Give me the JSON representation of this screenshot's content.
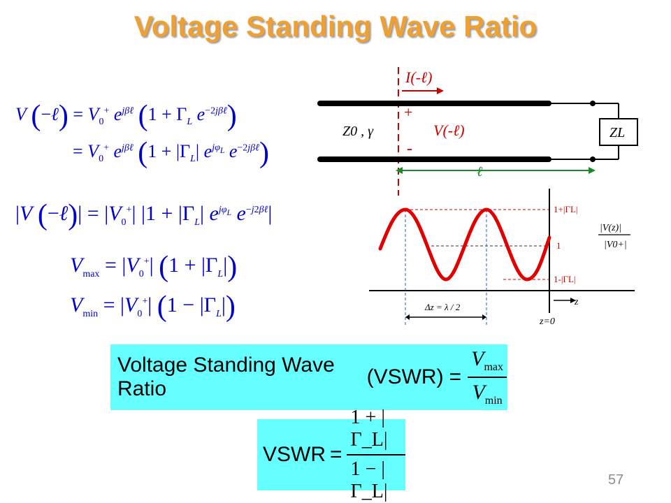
{
  "slide": {
    "title": "Voltage Standing Wave Ratio",
    "page_number": "57"
  },
  "colors": {
    "title": "#f0a030",
    "equation_text": "#0000cc",
    "formula_box": "#66ffff",
    "wave": "#e00000",
    "guide_lines": "#d00000",
    "length_arrow": "#1a8a2a"
  },
  "equations": {
    "v_line1": "V(−ℓ) = V0+ e^{jβℓ} (1 + Γ_L e^{−2jβℓ})",
    "v_line2": "= V0+ e^{jβℓ} (1 + |Γ_L| e^{jφ_L} e^{−2jβℓ})",
    "abs_v": "|V(−ℓ)| = |V0+| |1 + |Γ_L| e^{jφ_L} e^{−j2βℓ}|",
    "vmax": "V_max = |V0+| (1 + |Γ_L|)",
    "vmin": "V_min = |V0+| (1 − |Γ_L|)"
  },
  "formulas": {
    "vswr_definition": {
      "lhs": "Voltage Standing Wave Ratio",
      "abbr": "VSWR",
      "num": "V",
      "num_sub": "max",
      "den": "V",
      "den_sub": "min"
    },
    "vswr_gamma": {
      "lhs": "VSWR",
      "num": "1 + |Γ_L|",
      "den": "1 − |Γ_L|"
    }
  },
  "diagram": {
    "current_label": "I(-ℓ)",
    "plus_label": "+",
    "minus_label": "-",
    "voltage_label": "V(-ℓ)",
    "line_params": "Z0 , γ",
    "load_label": "ZL",
    "length_label": "ℓ",
    "plot_labels": {
      "max": "1+|ΓL|",
      "mid": "1",
      "min": "1-|ΓL|",
      "ratio_num": "|V(z)|",
      "ratio_den": "|V0+|",
      "z_axis": "z",
      "origin": "z=0",
      "spacing": "Δz = λ / 2"
    }
  }
}
